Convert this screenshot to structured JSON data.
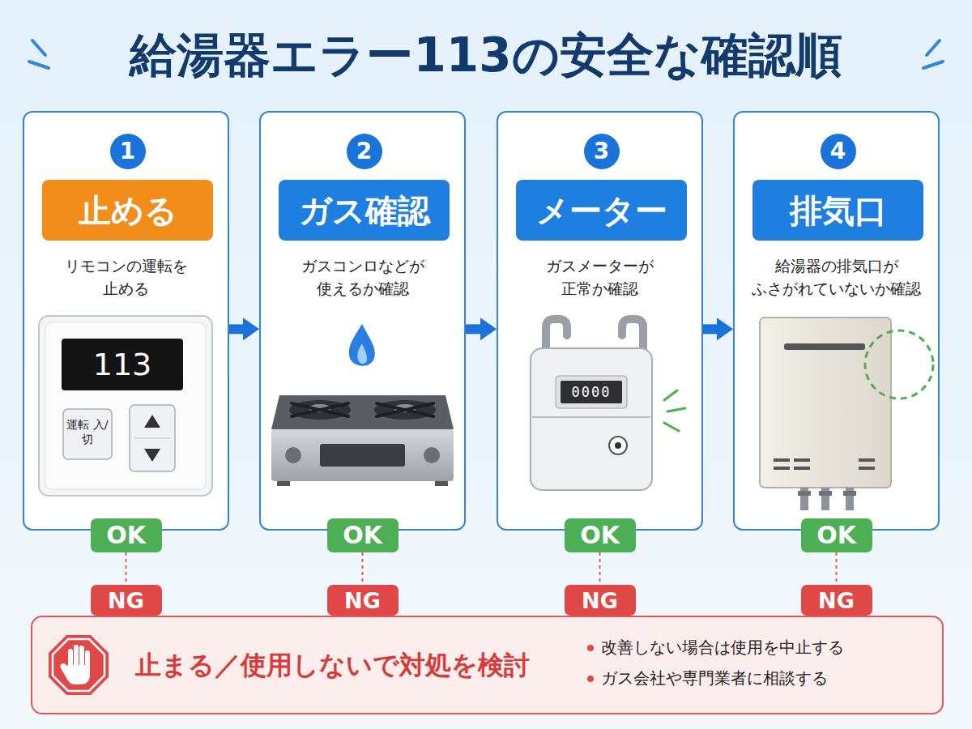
{
  "diagram": {
    "title": "給湯器エラー113の安全な確認順",
    "nodes": [
      {
        "text": [
          "リモコンの運転を 止める"
        ]
      },
      {
        "text": [
          "1"
        ],
        "in": 0
      },
      {
        "text": [
          "止める"
        ],
        "in": 0
      },
      {
        "text": [
          "OK"
        ]
      },
      {
        "text": [
          "ガスコンロなどが 使えるか確認"
        ]
      },
      {
        "text": [
          "2"
        ],
        "in": 4
      },
      {
        "text": [
          "ガス確認"
        ],
        "in": 4
      },
      {
        "text": [
          "OK"
        ]
      },
      {
        "text": [
          "ガスメーターが 正常か確認"
        ]
      },
      {
        "text": [
          "3"
        ],
        "in": 8
      },
      {
        "text": [
          "メーター"
        ],
        "in": 8
      },
      {
        "text": [
          "OK"
        ]
      },
      {
        "text": [
          "給湯器の排気口が ふさがれていないか確認"
        ]
      },
      {
        "text": [
          "4"
        ],
        "in": 12
      },
      {
        "text": [
          "排気口"
        ],
        "in": 12
      },
      {
        "text": [
          "OK"
        ]
      },
      {
        "text": [
          "NG"
        ]
      },
      {
        "text": [
          "NG"
        ]
      },
      {
        "text": [
          "NG"
        ]
      },
      {
        "text": [
          "NG"
        ]
      },
      {
        "text": [
          "止まる／使用しないで対処を検討",
          "改善しない場合は使用を中止する",
          "ガス会社や専門業者に相談する"
        ]
      }
    ],
    "edges": [
      {
        "from": 0,
        "to": 4,
        "arrow": "to"
      },
      {
        "from": 4,
        "to": 8,
        "arrow": "to"
      },
      {
        "from": 8,
        "to": 12,
        "arrow": "to"
      },
      {
        "from": 3,
        "to": 16,
        "arrow": "none"
      },
      {
        "from": 7,
        "to": 17,
        "arrow": "none"
      },
      {
        "from": 11,
        "to": 18,
        "arrow": "none"
      },
      {
        "from": 15,
        "to": 19,
        "arrow": "none"
      }
    ],
    "labels": [
      "113",
      "運転 入/切",
      "0000"
    ]
  }
}
